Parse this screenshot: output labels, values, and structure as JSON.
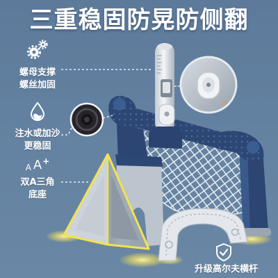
{
  "title": "三重稳固防晃防侧翻",
  "features": [
    {
      "icon": "gears-icon",
      "lines": [
        "螺母支撑",
        "螺丝加固"
      ]
    },
    {
      "icon": "water-drop-icon",
      "lines": [
        "注水或加沙",
        "更稳固"
      ]
    },
    {
      "icon": "font-size-icon",
      "icon_text": {
        "small": "A",
        "large": "A",
        "plus": "+"
      },
      "lines": [
        "双A三角",
        "底座"
      ]
    }
  ],
  "bottom_feature": {
    "icon": "shield-check-icon",
    "label": "升级高尔夫横杆"
  },
  "colors": {
    "background": "#62809f",
    "frame": "#2d4775",
    "highlight": "#f3e24e",
    "text": "#ffffff"
  }
}
